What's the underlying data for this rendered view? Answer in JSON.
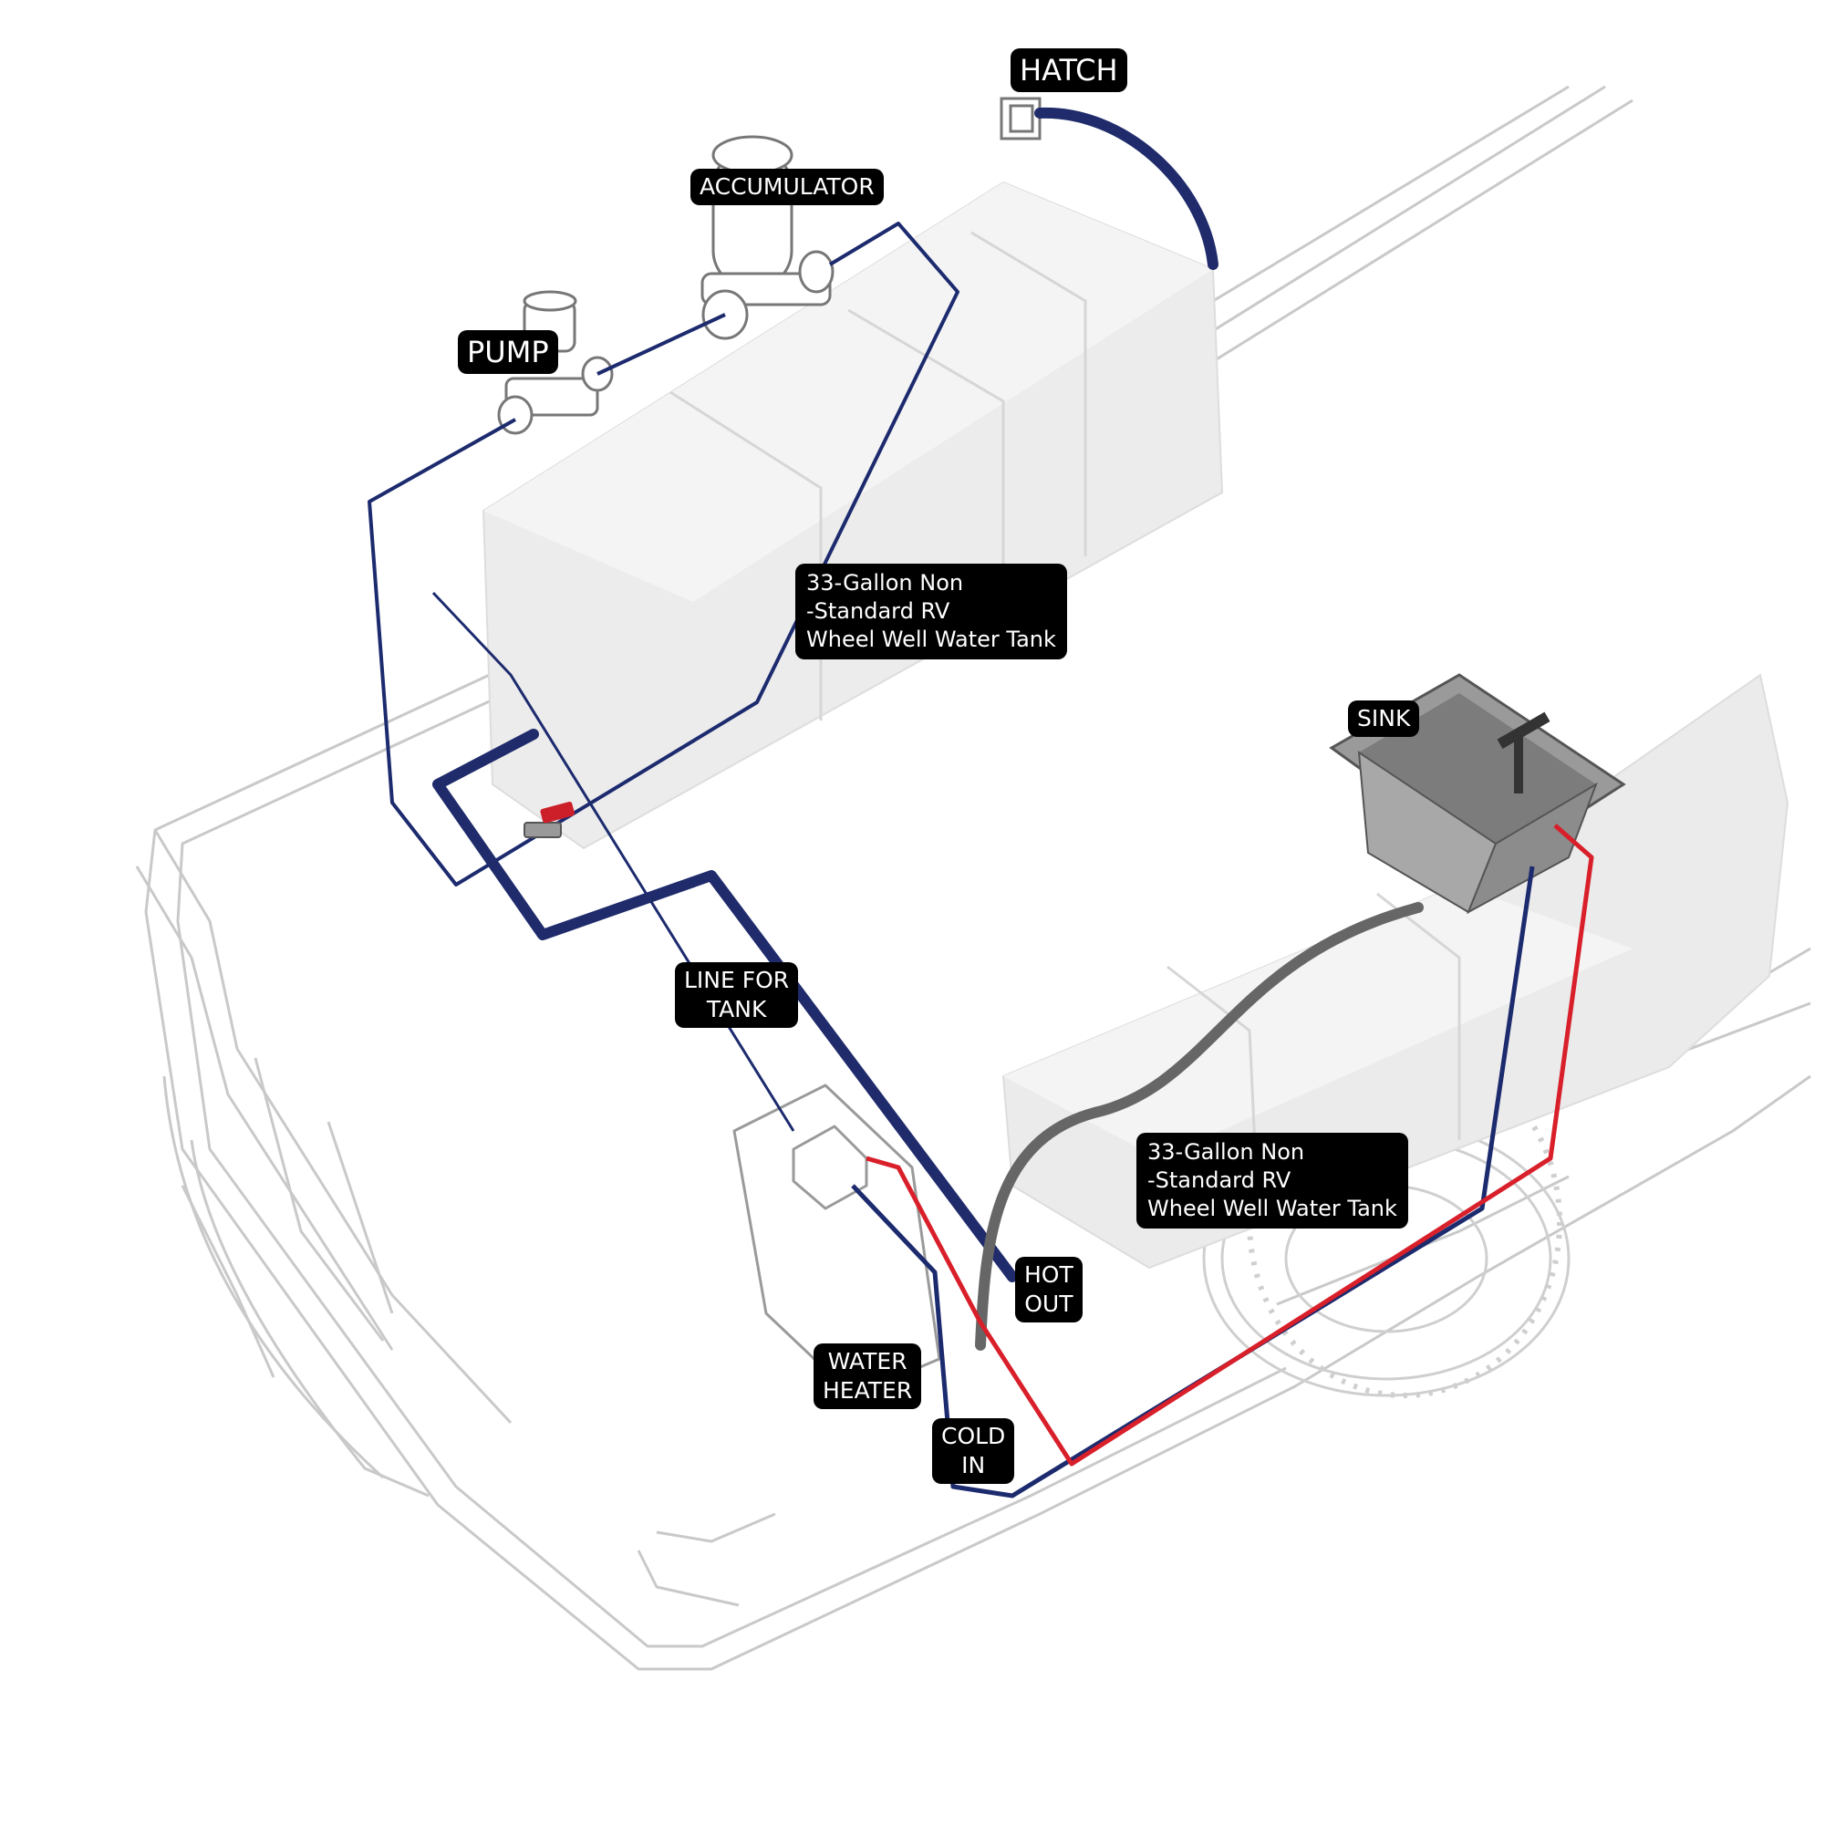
{
  "labels": {
    "hatch": "HATCH",
    "accumulator": "ACCUMULATOR",
    "pump": "PUMP",
    "tank_upper": [
      "33-Gallon Non",
      "-Standard RV",
      "Wheel Well Water Tank"
    ],
    "tank_lower": [
      "33-Gallon Non",
      "-Standard RV",
      "Wheel Well Water Tank"
    ],
    "sink": "SINK",
    "line_for_tank": [
      "LINE FOR",
      "TANK"
    ],
    "hot_out": [
      "HOT",
      "OUT"
    ],
    "water_heater": [
      "WATER",
      "HEATER"
    ],
    "cold_in": [
      "COLD",
      "IN"
    ]
  },
  "colors": {
    "cold_line": "#1c2a6e",
    "hot_line": "#d81f2a",
    "fill_line": "#1f2b6b",
    "drain_hose": "#666666",
    "tank": "#eeeeee",
    "van_outline": "#c8c8c8",
    "valve": "#cc1f2a"
  }
}
